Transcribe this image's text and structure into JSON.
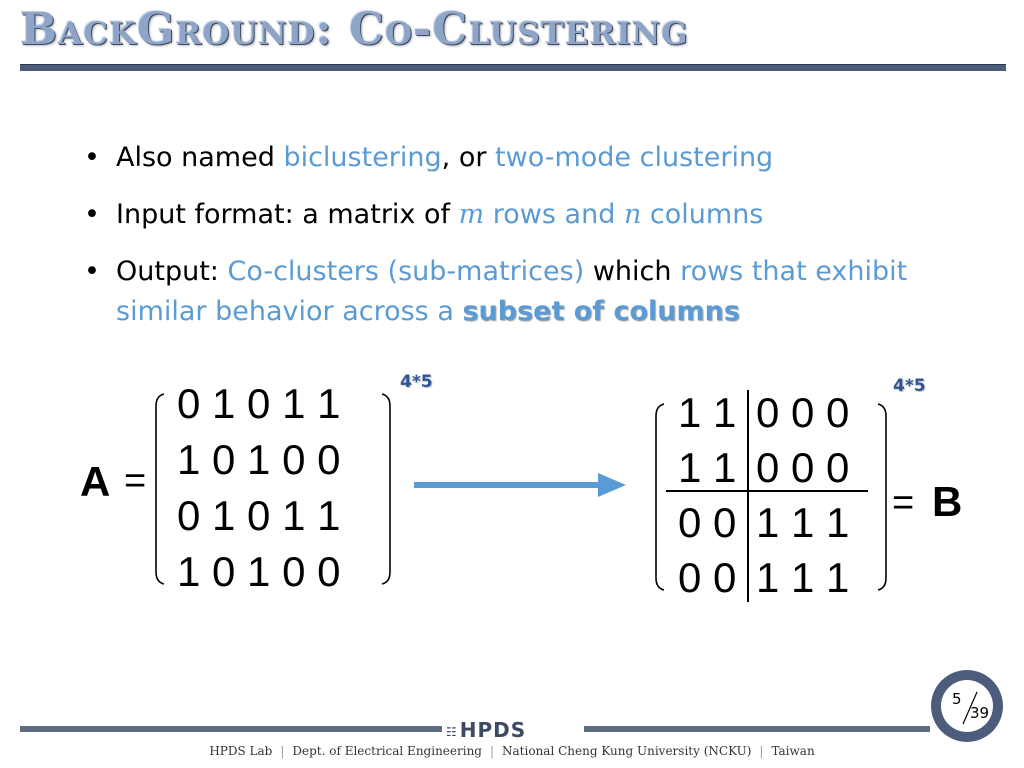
{
  "slide": {
    "title": "BackGround: Co-Clustering"
  },
  "bullets": {
    "b1": {
      "pre": "Also named ",
      "hl1": "biclustering",
      "mid": ", or ",
      "hl2": "two-mode clustering"
    },
    "b2": {
      "pre": "Input format: a matrix of ",
      "var_m": "m",
      "mid1": " rows and ",
      "var_n": "n",
      "post": " columns"
    },
    "b3": {
      "pre": "Output: ",
      "hl1": "Co-clusters (sub-matrices)",
      "mid": " which ",
      "hl2": "rows that exhibit similar behavior across a ",
      "bold": "subset of columns"
    }
  },
  "matrix_a": {
    "label": "A",
    "equals": "=",
    "dims": "4*5",
    "rows": [
      "0 1 0 1 1",
      "1 0 1 0 0",
      "0 1 0 1 1",
      "1 0 1 0 0"
    ]
  },
  "matrix_b": {
    "label": "B",
    "equals": "=",
    "dims": "4*5",
    "rows": [
      {
        "left": "1 1",
        "right": "0 0 0"
      },
      {
        "left": "1 1",
        "right": "0 0 0"
      },
      {
        "left": "0 0",
        "right": "1 1 1"
      },
      {
        "left": "0 0",
        "right": "1 1 1"
      }
    ]
  },
  "arrow_color": "#5b9bd5",
  "footer": {
    "logo": "HPDS",
    "items": [
      "HPDS Lab",
      "Dept. of Electrical Engineering",
      "National Cheng Kung University (NCKU)",
      "Taiwan"
    ],
    "page_current": "5",
    "page_total": "39"
  }
}
